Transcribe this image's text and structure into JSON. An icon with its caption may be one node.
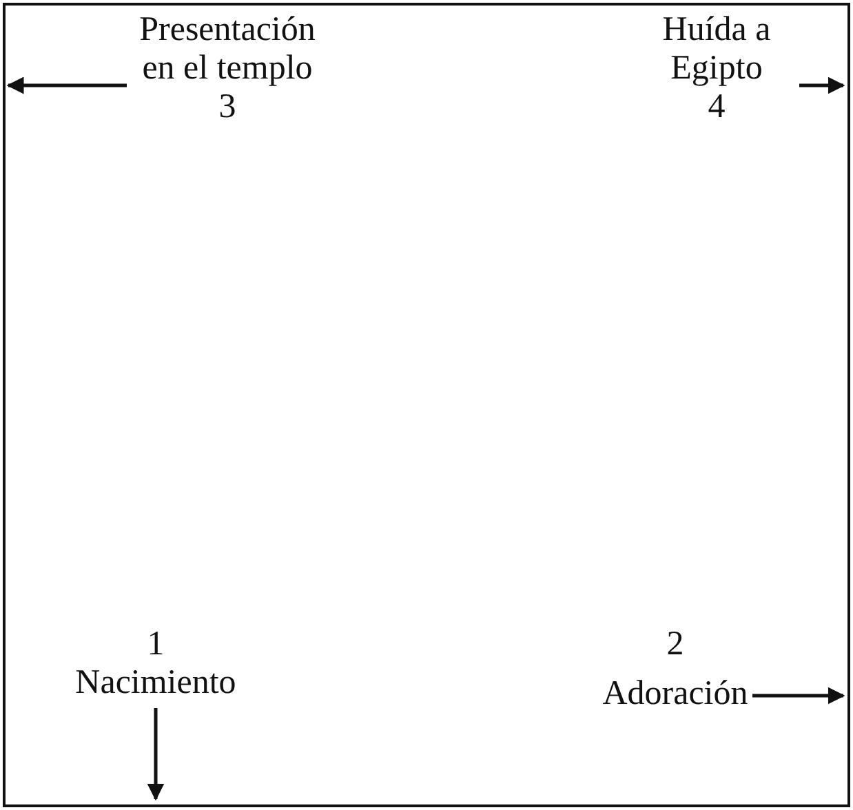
{
  "diagram": {
    "nodes": [
      {
        "text": [
          "Presentación en el templo",
          "3"
        ]
      },
      {
        "text": [
          "Huída a Egipto",
          "4"
        ]
      },
      {
        "text": [
          "1",
          "Nacimiento"
        ]
      },
      {
        "text": [
          "2",
          "Adoración"
        ]
      }
    ],
    "edges": [
      {
        "from": 0,
        "to": null,
        "arrow": "to"
      },
      {
        "from": 1,
        "to": null,
        "arrow": "to"
      },
      {
        "from": 2,
        "to": null,
        "arrow": "to"
      },
      {
        "from": 3,
        "to": null,
        "arrow": "to"
      }
    ]
  }
}
